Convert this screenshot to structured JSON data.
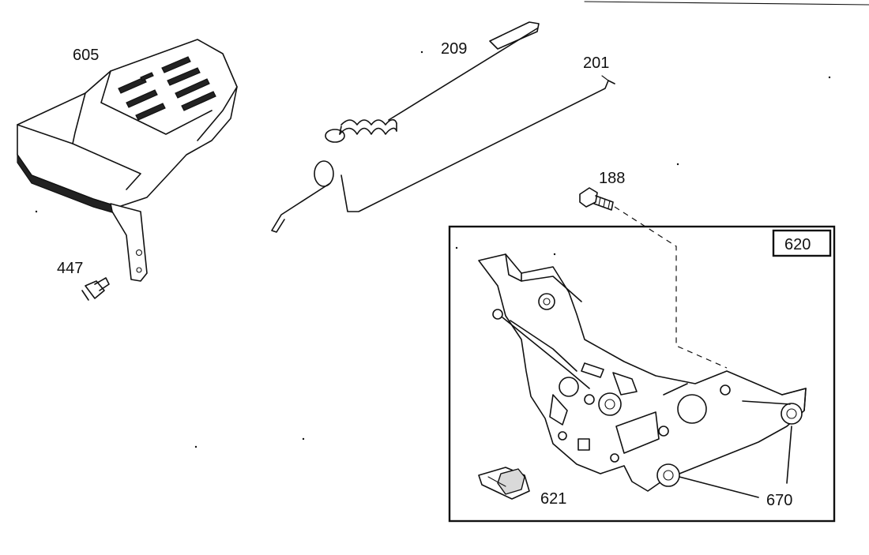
{
  "diagram": {
    "labels": {
      "p605": "605",
      "p209": "209",
      "p201": "201",
      "p188": "188",
      "p447": "447",
      "p620": "620",
      "p621": "621",
      "p670": "670"
    }
  }
}
